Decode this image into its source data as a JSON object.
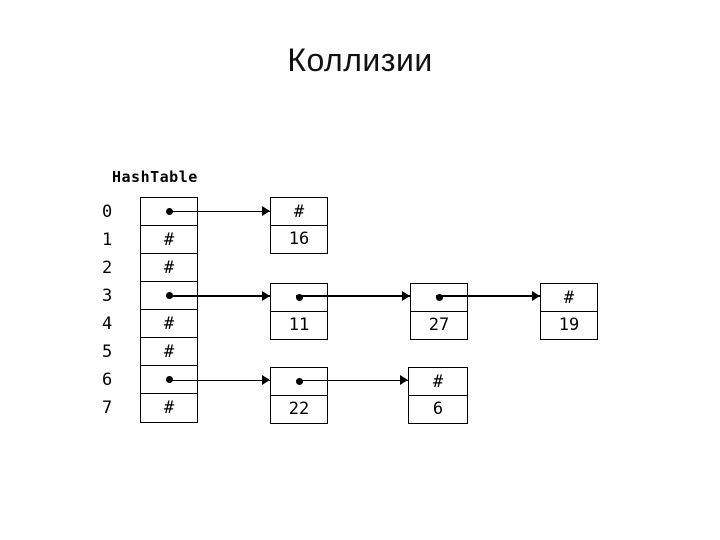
{
  "slide": {
    "title": "Коллизии",
    "background_color": "#ffffff",
    "ink_color": "#000000"
  },
  "diagram": {
    "label": "HashTable",
    "null_glyph": "#",
    "pointer_glyph": "dot",
    "buckets": [
      {
        "index": "0",
        "content": "pointer"
      },
      {
        "index": "1",
        "content": "#"
      },
      {
        "index": "2",
        "content": "#"
      },
      {
        "index": "3",
        "content": "pointer"
      },
      {
        "index": "4",
        "content": "#"
      },
      {
        "index": "5",
        "content": "#"
      },
      {
        "index": "6",
        "content": "pointer"
      },
      {
        "index": "7",
        "content": "#"
      }
    ],
    "chains": [
      {
        "bucket": "0",
        "nodes": [
          {
            "next": "#",
            "value": "16"
          }
        ]
      },
      {
        "bucket": "3",
        "nodes": [
          {
            "next": "pointer",
            "value": "11"
          },
          {
            "next": "pointer",
            "value": "27"
          },
          {
            "next": "#",
            "value": "19"
          }
        ]
      },
      {
        "bucket": "6",
        "nodes": [
          {
            "next": "pointer",
            "value": "22"
          },
          {
            "next": "#",
            "value": "6"
          }
        ]
      }
    ]
  }
}
